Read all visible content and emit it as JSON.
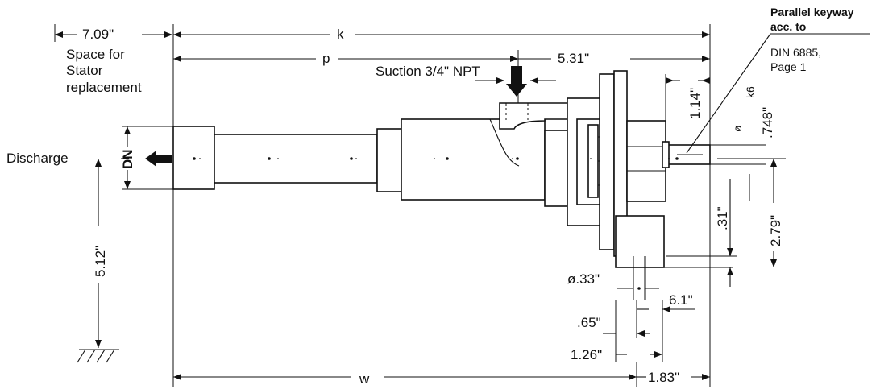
{
  "title": "",
  "colors": {
    "ink": "#111111",
    "paper": "#ffffff"
  },
  "labels": {
    "stator_space_dim": "7.09\"",
    "stator_space_text_1": "Space for",
    "stator_space_text_2": "Stator",
    "stator_space_text_3": "replacement",
    "overall_length": "k",
    "length_p": "p",
    "suction_offset": "5.31\"",
    "suction": "Suction 3/4\" NPT",
    "shaft_offset": "1.14\"",
    "shaft_fit": "k6",
    "shaft_diameter_symbol": "ø",
    "shaft_diameter": ".748\"",
    "keyway_1": "Parallel keyway",
    "keyway_2": "acc. to",
    "din_1": "DIN 6885,",
    "din_2": "Page 1",
    "discharge": "Discharge",
    "discharge_size": "DN",
    "center_height": "5.12\"",
    "foot_height_1": ".31\"",
    "foot_height_2": "2.79\"",
    "hole_diameter": "ø.33\"",
    "foot_dim_1": "6.1\"",
    "foot_dim_2": ".65\"",
    "foot_dim_3": "1.26\"",
    "base_length": "w",
    "shaft_end": "1.83\""
  }
}
